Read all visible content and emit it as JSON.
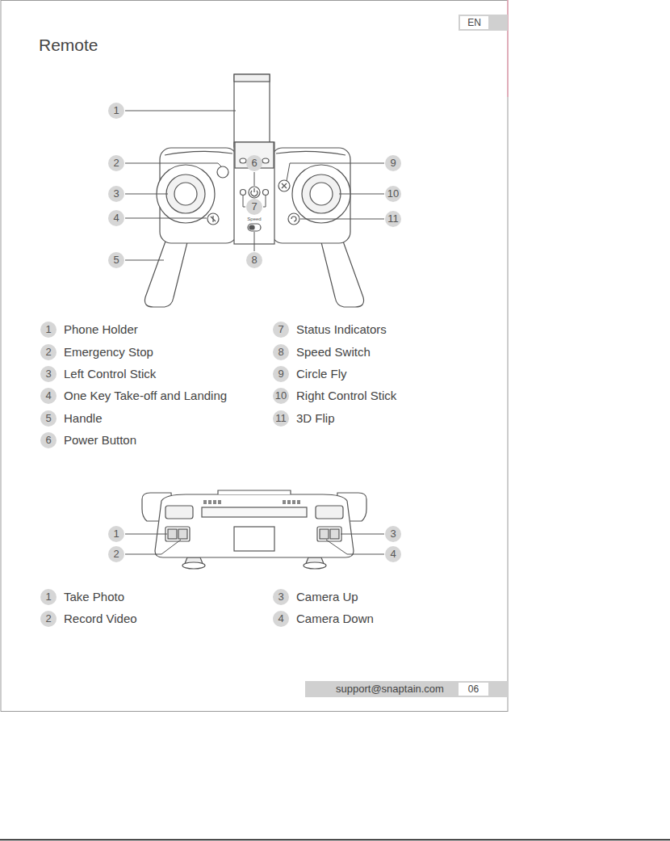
{
  "diagram": {
    "title": "Remote",
    "labels": [
      "EN",
      "1",
      "2",
      "3",
      "4",
      "5",
      "6",
      "7",
      "8",
      "9",
      "10",
      "11",
      "1",
      "Phone Holder",
      "2",
      "Emergency Stop",
      "3",
      "Left Control Stick",
      "4",
      "One Key Take-off and Landing",
      "5",
      "Handle",
      "6",
      "Power Button",
      "7",
      "Status Indicators",
      "8",
      "Speed Switch",
      "9",
      "Circle Fly",
      "10",
      "Right Control Stick",
      "11",
      "3D Flip",
      "Speed",
      "1",
      "2",
      "3",
      "4",
      "1",
      "Take Photo",
      "2",
      "Record Video",
      "3",
      "Camera Up",
      "4",
      "Camera Down",
      "support@snaptain.com",
      "06"
    ]
  }
}
